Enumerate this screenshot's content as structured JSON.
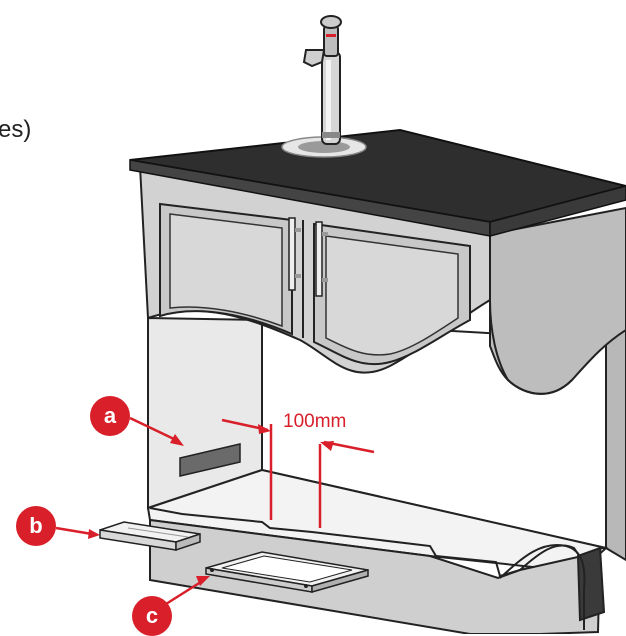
{
  "page": {
    "cut_text": "es)"
  },
  "dimension": {
    "label": "100mm"
  },
  "callouts": [
    {
      "id": "a",
      "label": "a"
    },
    {
      "id": "b",
      "label": "b"
    },
    {
      "id": "c",
      "label": "c"
    }
  ],
  "colors": {
    "accent": "#d81f2a",
    "cabinet": "#d2d2d2",
    "cabinet_dark": "#a8a8a8",
    "countertop": "#2e2e2e",
    "outline": "#222222"
  }
}
